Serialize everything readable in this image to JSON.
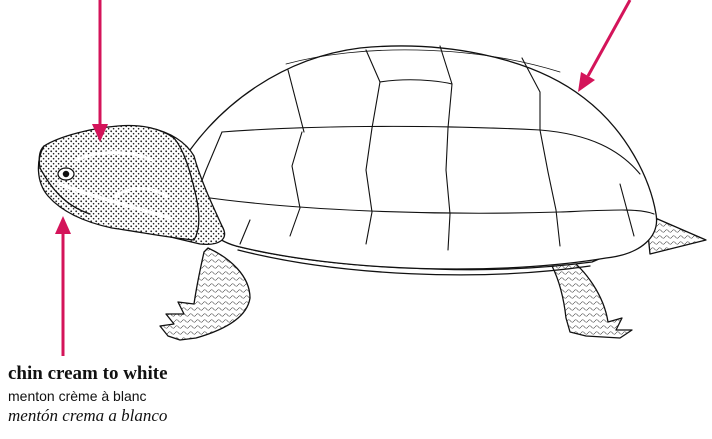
{
  "illustration": {
    "subject": "turtle-line-drawing"
  },
  "callouts": {
    "arrow_color": "#d4145a",
    "chin": {
      "english": "chin cream to white",
      "french": "menton crème à blanc",
      "spanish": "mentón crema a blanco"
    }
  },
  "colors": {
    "ink": "#111111",
    "background": "#ffffff"
  }
}
